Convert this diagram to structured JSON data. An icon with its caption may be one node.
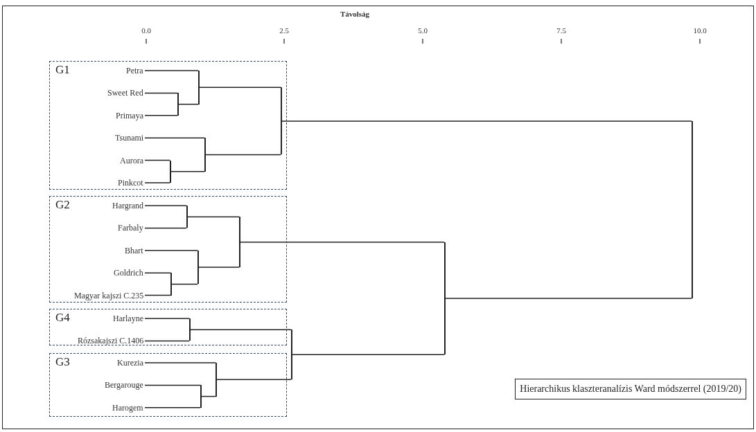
{
  "diagram": {
    "caption": "Hierarchikus klaszteranalízis Ward módszerrel (2019/20)",
    "nodes": [
      {
        "text": [
          "G1"
        ]
      },
      {
        "text": [
          "Petra"
        ],
        "in": 0
      },
      {
        "text": [
          "Sweet Red"
        ],
        "in": 0
      },
      {
        "text": [
          "Primaya"
        ],
        "in": 0
      },
      {
        "text": [
          "Tsunami"
        ],
        "in": 0
      },
      {
        "text": [
          "Aurora"
        ],
        "in": 0
      },
      {
        "text": [
          "Pinkcot"
        ],
        "in": 0
      },
      {
        "text": [
          "G2"
        ]
      },
      {
        "text": [
          "Hargrand"
        ],
        "in": 7
      },
      {
        "text": [
          "Farbaly"
        ],
        "in": 7
      },
      {
        "text": [
          "Bhart"
        ],
        "in": 7
      },
      {
        "text": [
          "Goldrich"
        ],
        "in": 7
      },
      {
        "text": [
          "Magyar kajszi C.235"
        ],
        "in": 7
      },
      {
        "text": [
          "G4"
        ]
      },
      {
        "text": [
          "Harlayne"
        ],
        "in": 13
      },
      {
        "text": [
          "Rózsakajszi C.1406"
        ],
        "in": 13
      },
      {
        "text": [
          "G3"
        ]
      },
      {
        "text": [
          "Kurezia"
        ],
        "in": 16
      },
      {
        "text": [
          "Bergarouge"
        ],
        "in": 16
      },
      {
        "text": [
          "Harogem"
        ],
        "in": 16
      },
      {
        "text": [],
        "shape": "bar",
        "in": 0
      },
      {
        "text": [],
        "shape": "bar",
        "in": 0
      },
      {
        "text": [],
        "shape": "bar",
        "in": 0
      },
      {
        "text": [],
        "shape": "bar",
        "in": 0
      },
      {
        "text": [],
        "shape": "bar",
        "in": 0
      },
      {
        "text": [],
        "shape": "bar",
        "in": 7
      },
      {
        "text": [],
        "shape": "bar",
        "in": 7
      },
      {
        "text": [],
        "shape": "bar",
        "in": 7
      },
      {
        "text": [],
        "shape": "bar",
        "in": 7
      },
      {
        "text": [],
        "shape": "bar",
        "in": 13
      },
      {
        "text": [],
        "shape": "bar",
        "in": 16
      },
      {
        "text": [],
        "shape": "bar",
        "in": 16
      },
      {
        "text": [],
        "shape": "bar"
      },
      {
        "text": [],
        "shape": "bar"
      },
      {
        "text": [],
        "shape": "bar"
      }
    ],
    "edges": [
      {
        "from": 2,
        "to": 20,
        "arrow": "none"
      },
      {
        "from": 3,
        "to": 20,
        "arrow": "none"
      },
      {
        "from": 1,
        "to": 21,
        "arrow": "none"
      },
      {
        "from": 20,
        "to": 21,
        "arrow": "none"
      },
      {
        "from": 5,
        "to": 22,
        "arrow": "none"
      },
      {
        "from": 6,
        "to": 22,
        "arrow": "none"
      },
      {
        "from": 4,
        "to": 23,
        "arrow": "none"
      },
      {
        "from": 22,
        "to": 23,
        "arrow": "none"
      },
      {
        "from": 21,
        "to": 24,
        "arrow": "none"
      },
      {
        "from": 23,
        "to": 24,
        "arrow": "none"
      },
      {
        "from": 8,
        "to": 25,
        "arrow": "none"
      },
      {
        "from": 9,
        "to": 25,
        "arrow": "none"
      },
      {
        "from": 11,
        "to": 26,
        "arrow": "none"
      },
      {
        "from": 12,
        "to": 26,
        "arrow": "none"
      },
      {
        "from": 10,
        "to": 27,
        "arrow": "none"
      },
      {
        "from": 26,
        "to": 27,
        "arrow": "none"
      },
      {
        "from": 25,
        "to": 28,
        "arrow": "none"
      },
      {
        "from": 27,
        "to": 28,
        "arrow": "none"
      },
      {
        "from": 14,
        "to": 29,
        "arrow": "none"
      },
      {
        "from": 15,
        "to": 29,
        "arrow": "none"
      },
      {
        "from": 18,
        "to": 30,
        "arrow": "none"
      },
      {
        "from": 19,
        "to": 30,
        "arrow": "none"
      },
      {
        "from": 17,
        "to": 31,
        "arrow": "none"
      },
      {
        "from": 30,
        "to": 31,
        "arrow": "none"
      },
      {
        "from": 29,
        "to": 32,
        "arrow": "none"
      },
      {
        "from": 31,
        "to": 32,
        "arrow": "none"
      },
      {
        "from": 28,
        "to": 33,
        "arrow": "none"
      },
      {
        "from": 32,
        "to": 33,
        "arrow": "none"
      },
      {
        "from": 24,
        "to": 34,
        "arrow": "none"
      },
      {
        "from": 33,
        "to": 34,
        "arrow": "none"
      }
    ],
    "labels": [
      "Távolság",
      "0.0",
      "2.5",
      "5.0",
      "7.5",
      "10.0"
    ]
  }
}
